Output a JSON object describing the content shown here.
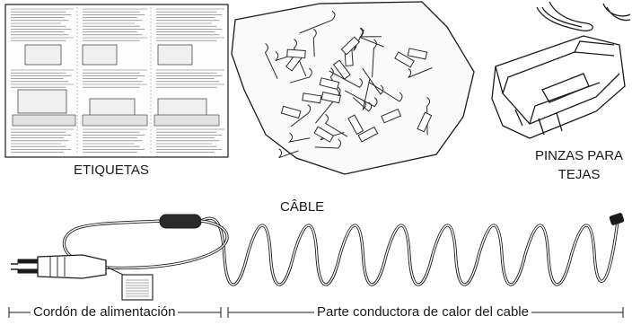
{
  "labels": {
    "labels_sheet": "ETIQUETAS",
    "shingle_clips_line1": "PINZAS PARA",
    "shingle_clips_line2": "TEJAS",
    "cable": "CÂBLE"
  },
  "legend": {
    "power_cord": "Cordón de alimentación",
    "heating_part": "Parte conductora de calor del cable"
  },
  "colors": {
    "ink": "#1a1a1a",
    "paper": "#ffffff"
  }
}
